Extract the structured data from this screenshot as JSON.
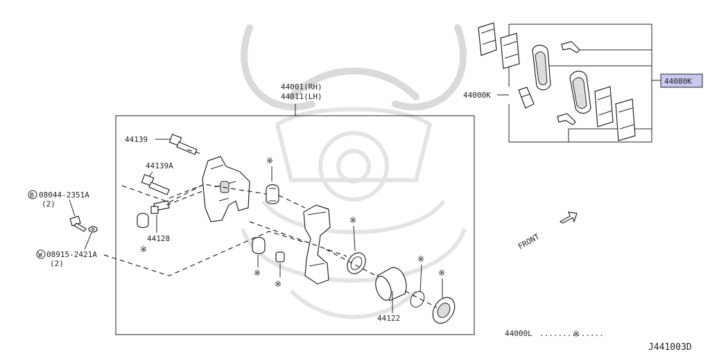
{
  "labels": {
    "caliper_rh": "44001(RH)",
    "caliper_lh": "44011(LH)",
    "pin_bolt": "44139",
    "pin_bolt_a": "44139A",
    "bleeder": "44128",
    "bolt_marker": "B",
    "bolt_part": "08044-2351A",
    "bolt_qty": "(2)",
    "washer_marker": "W",
    "washer_part": "08915-2421A",
    "washer_qty": "(2)",
    "piston": "44122",
    "pad_kit": "44000K",
    "pad_kit_highlight": "44080K",
    "front": "FRONT",
    "legend_part": "44000L",
    "legend_dots": "..............",
    "legend_mark": "※",
    "diagram_code": "J441003D"
  },
  "marks": {
    "asterisk": "※"
  },
  "colors": {
    "line": "#222222",
    "highlight_fill": "#c8c8f0",
    "watermark": "#d6d6d6"
  }
}
